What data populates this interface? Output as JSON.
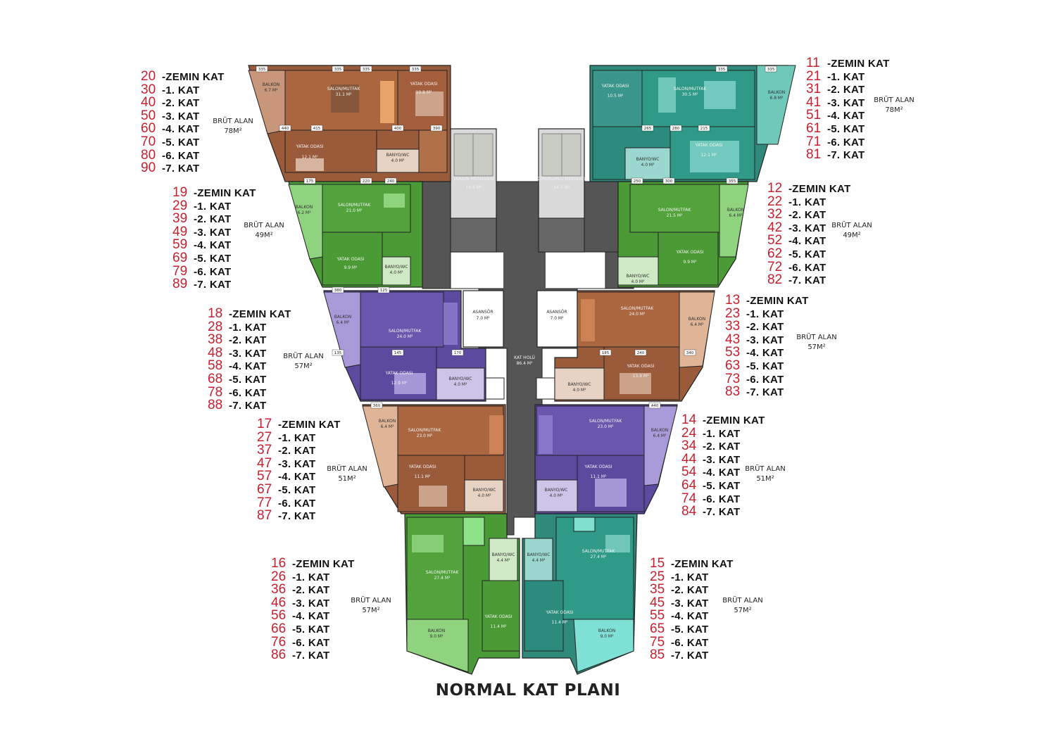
{
  "title": "NORMAL KAT PLANI",
  "colors": {
    "brown": "#9a5b3a",
    "green": "#4a9a36",
    "purple": "#5b4a9e",
    "teal": "#2f9a88",
    "corridor": "#555555",
    "number_red": "#c8202e"
  },
  "apartments": [
    {
      "id": "a-nw",
      "numbers": [
        "20",
        "30",
        "40",
        "50",
        "60",
        "70",
        "80",
        "90"
      ],
      "floors": [
        "-ZEMIN KAT",
        "-1. KAT",
        "-2. KAT",
        "-3. KAT",
        "-4. KAT",
        "-5. KAT",
        "-6. KAT",
        "-7. KAT"
      ],
      "brut_label": "BRÜT ALAN",
      "brut_value": "78M²"
    },
    {
      "id": "a-ne",
      "numbers": [
        "11",
        "21",
        "31",
        "41",
        "51",
        "61",
        "71",
        "81"
      ],
      "floors": [
        "-ZEMIN KAT",
        "-1. KAT",
        "-2. KAT",
        "-3. KAT",
        "-4. KAT",
        "-5. KAT",
        "-6. KAT",
        "-7. KAT"
      ],
      "brut_label": "BRÜT ALAN",
      "brut_value": "78M²"
    },
    {
      "id": "a-w2",
      "numbers": [
        "19",
        "29",
        "39",
        "49",
        "59",
        "69",
        "79",
        "89"
      ],
      "floors": [
        "-ZEMIN KAT",
        "-1. KAT",
        "-2. KAT",
        "-3. KAT",
        "-4. KAT",
        "-5. KAT",
        "-6. KAT",
        "-7. KAT"
      ],
      "brut_label": "BRÜT ALAN",
      "brut_value": "49M²"
    },
    {
      "id": "a-e2",
      "numbers": [
        "12",
        "22",
        "32",
        "42",
        "52",
        "62",
        "72",
        "82"
      ],
      "floors": [
        "-ZEMIN KAT",
        "-1. KAT",
        "-2. KAT",
        "-3. KAT",
        "-4. KAT",
        "-5. KAT",
        "-6. KAT",
        "-7. KAT"
      ],
      "brut_label": "BRÜT ALAN",
      "brut_value": "49M²"
    },
    {
      "id": "a-w3",
      "numbers": [
        "18",
        "28",
        "38",
        "48",
        "58",
        "68",
        "78",
        "88"
      ],
      "floors": [
        "-ZEMIN KAT",
        "-1. KAT",
        "-2. KAT",
        "-3. KAT",
        "-4. KAT",
        "-5. KAT",
        "-6. KAT",
        "-7. KAT"
      ],
      "brut_label": "BRÜT ALAN",
      "brut_value": "57M²"
    },
    {
      "id": "a-e3",
      "numbers": [
        "13",
        "23",
        "33",
        "43",
        "53",
        "63",
        "73",
        "83"
      ],
      "floors": [
        "-ZEMIN KAT",
        "-1. KAT",
        "-2. KAT",
        "-3. KAT",
        "-4. KAT",
        "-5. KAT",
        "-6. KAT",
        "-7. KAT"
      ],
      "brut_label": "BRÜT ALAN",
      "brut_value": "57M²"
    },
    {
      "id": "a-w4",
      "numbers": [
        "17",
        "27",
        "37",
        "47",
        "57",
        "67",
        "77",
        "87"
      ],
      "floors": [
        "-ZEMIN KAT",
        "-1. KAT",
        "-2. KAT",
        "-3. KAT",
        "-4. KAT",
        "-5. KAT",
        "-6. KAT",
        "-7. KAT"
      ],
      "brut_label": "BRÜT ALAN",
      "brut_value": "51M²"
    },
    {
      "id": "a-e4",
      "numbers": [
        "14",
        "24",
        "34",
        "44",
        "54",
        "64",
        "74",
        "84"
      ],
      "floors": [
        "-ZEMIN KAT",
        "-1. KAT",
        "-2. KAT",
        "-3. KAT",
        "-4. KAT",
        "-5. KAT",
        "-6. KAT",
        "-7. KAT"
      ],
      "brut_label": "BRÜT ALAN",
      "brut_value": "51M²"
    },
    {
      "id": "a-w5",
      "numbers": [
        "16",
        "26",
        "36",
        "46",
        "56",
        "66",
        "76",
        "86"
      ],
      "floors": [
        "-ZEMIN KAT",
        "-1. KAT",
        "-2. KAT",
        "-3. KAT",
        "-4. KAT",
        "-5. KAT",
        "-6. KAT",
        "-7. KAT"
      ],
      "brut_label": "BRÜT ALAN",
      "brut_value": "57M²"
    },
    {
      "id": "a-e5",
      "numbers": [
        "15",
        "25",
        "35",
        "45",
        "55",
        "65",
        "75",
        "85"
      ],
      "floors": [
        "-ZEMIN KAT",
        "-1. KAT",
        "-2. KAT",
        "-3. KAT",
        "-4. KAT",
        "-5. KAT",
        "-6. KAT",
        "-7. KAT"
      ],
      "brut_label": "BRÜT ALAN",
      "brut_value": "57M²"
    }
  ],
  "rooms": [
    {
      "label": "SALON/MUTFAK",
      "area": "31.1 M²"
    },
    {
      "label": "YATAK ODASI",
      "area": "10.8 M²"
    },
    {
      "label": "YATAK ODASI",
      "area": "12.1 M²"
    },
    {
      "label": "BANYO/WC",
      "area": "4.0 M²"
    },
    {
      "label": "BALKON",
      "area": "6.7 M²"
    },
    {
      "label": "YANGIN MERDİVENİ",
      "area": "14.5 M²"
    },
    {
      "label": "KORUNUMLU MERDİVEN",
      "area": "14.5 M²"
    },
    {
      "label": "YATAK ODASI",
      "area": "10.5 M²"
    },
    {
      "label": "SALON/MUTFAK",
      "area": "30.5 M²"
    },
    {
      "label": "BALKON",
      "area": "6.8 M²"
    },
    {
      "label": "YATAK ODASI",
      "area": "12.1 M²"
    },
    {
      "label": "BANYO/WC",
      "area": "4.0 M²"
    },
    {
      "label": "SALON/MUTFAK",
      "area": "21.0 M²"
    },
    {
      "label": "BALKON",
      "area": "6.2 M²"
    },
    {
      "label": "YATAK ODASI",
      "area": "9.9 M²"
    },
    {
      "label": "BANYO/WC",
      "area": "4.0 M²"
    },
    {
      "label": "SALON/MUTFAK",
      "area": "21.5 M²"
    },
    {
      "label": "BALKON",
      "area": "6.4 M²"
    },
    {
      "label": "YATAK ODASI",
      "area": "9.9 M²"
    },
    {
      "label": "BANYO/WC",
      "area": "4.0 M²"
    },
    {
      "label": "ASANSÖR",
      "area": "7.0 M²"
    },
    {
      "label": "ASANSÖR",
      "area": "7.0 M²"
    },
    {
      "label": "KAT HOLÜ",
      "area": "86.4 M²"
    },
    {
      "label": "SALON/MUTFAK",
      "area": "24.0 M²"
    },
    {
      "label": "BALKON",
      "area": "6.4 M²"
    },
    {
      "label": "YATAK ODASI",
      "area": "12.9 M²"
    },
    {
      "label": "BANYO/WC",
      "area": "4.0 M²"
    },
    {
      "label": "SALON/MUTFAK",
      "area": "24.0 M²"
    },
    {
      "label": "BALKON",
      "area": "6.4 M²"
    },
    {
      "label": "YATAK ODASI",
      "area": "13.9 M²"
    },
    {
      "label": "BANYO/WC",
      "area": "4.0 M²"
    },
    {
      "label": "BALKON",
      "area": "6.4 M²"
    },
    {
      "label": "SALON/MUTFAK",
      "area": "23.0 M²"
    },
    {
      "label": "YATAK ODASI",
      "area": "11.1 M²"
    },
    {
      "label": "BANYO/WC",
      "area": "4.0 M²"
    },
    {
      "label": "SALON/MUTFAK",
      "area": "23.0 M²"
    },
    {
      "label": "BALKON",
      "area": "6.4 M²"
    },
    {
      "label": "YATAK ODASI",
      "area": "11.1 M²"
    },
    {
      "label": "BANYO/WC",
      "area": "4.0 M²"
    },
    {
      "label": "SALON/MUTFAK",
      "area": "27.4 M²"
    },
    {
      "label": "BANYO/WC",
      "area": "4.4 M²"
    },
    {
      "label": "YATAK ODASI",
      "area": "11.4 M²"
    },
    {
      "label": "BALKON",
      "area": "9.0 M²"
    },
    {
      "label": "SALON/MUTFAK",
      "area": "27.4 M²"
    },
    {
      "label": "BANYO/WC",
      "area": "4.4 M²"
    },
    {
      "label": "YATAK ODASI",
      "area": "11.4 M²"
    },
    {
      "label": "BALKON",
      "area": "9.0 M²"
    }
  ],
  "dims": [
    "335",
    "335",
    "335",
    "335",
    "335",
    "335",
    "440",
    "415",
    "400",
    "390",
    "265",
    "280",
    "215",
    "175",
    "220",
    "240",
    "250",
    "300",
    "355",
    "380",
    "125",
    "135",
    "145",
    "170",
    "185",
    "240",
    "340",
    "360",
    "440"
  ]
}
